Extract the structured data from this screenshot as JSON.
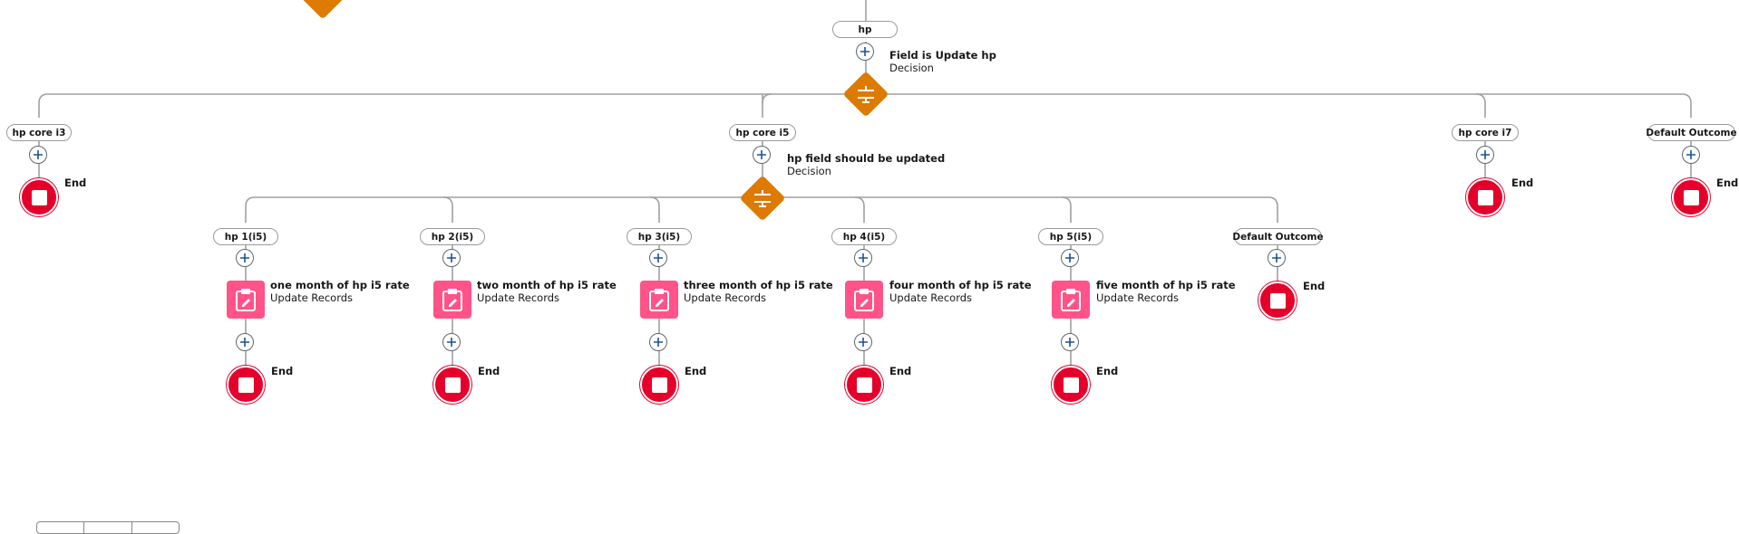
{
  "colors": {
    "decision": "#dd7a01",
    "end": "#e4002b",
    "update": "#ff538a",
    "connector": "#a0a0a0"
  },
  "root": {
    "pill": "hp"
  },
  "decision_top": {
    "title": "Field is Update hp",
    "subtitle": "Decision",
    "icon": "decision-icon"
  },
  "outer_branches": [
    {
      "pill": "hp core i3",
      "end": "End"
    },
    {
      "pill": "hp core i5"
    },
    {
      "pill": "hp core i7",
      "end": "End"
    },
    {
      "pill": "Default Outcome",
      "end": "End"
    }
  ],
  "decision_mid": {
    "title": "hp field should be updated",
    "subtitle": "Decision",
    "icon": "decision-icon"
  },
  "inner_branches": [
    {
      "pill": "hp 1(i5)",
      "title": "one month of hp i5 rate",
      "subtitle": "Update Records",
      "end": "End"
    },
    {
      "pill": "hp 2(i5)",
      "title": "two month of hp i5 rate",
      "subtitle": "Update Records",
      "end": "End"
    },
    {
      "pill": "hp 3(i5)",
      "title": "three month of hp i5 rate",
      "subtitle": "Update Records",
      "end": "End"
    },
    {
      "pill": "hp 4(i5)",
      "title": "four month of hp i5 rate",
      "subtitle": "Update Records",
      "end": "End"
    },
    {
      "pill": "hp 5(i5)",
      "title": "five month of hp i5 rate",
      "subtitle": "Update Records",
      "end": "End"
    },
    {
      "pill": "Default Outcome",
      "end": "End"
    }
  ]
}
